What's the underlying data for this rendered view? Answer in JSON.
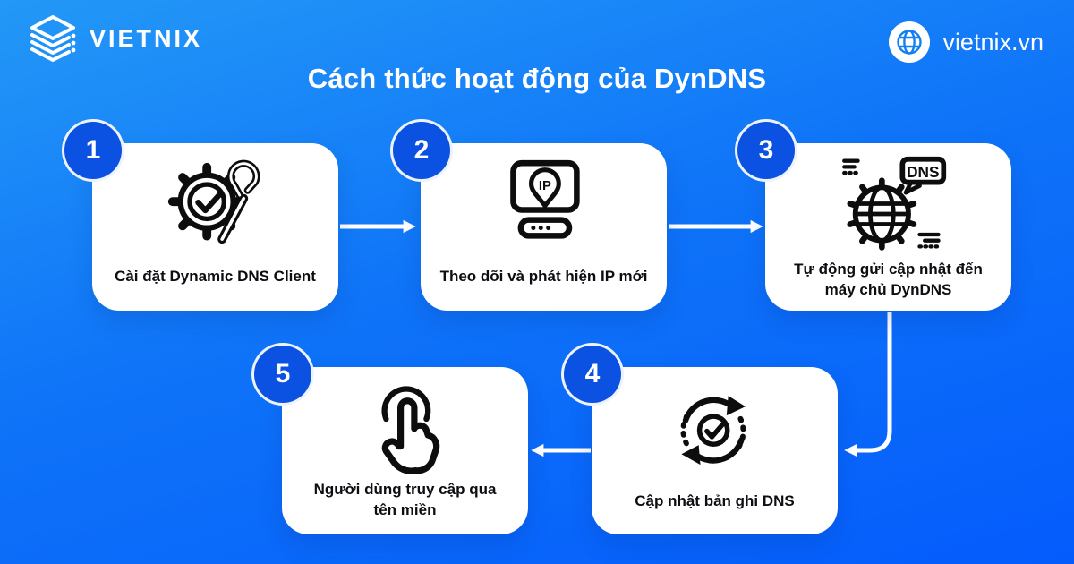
{
  "title": "Cách thức hoạt động của DynDNS",
  "header": {
    "brand": "VIETNIX",
    "website": "vietnix.vn"
  },
  "steps": [
    {
      "number": "1",
      "label": "Cài đặt Dynamic DNS Client",
      "icon": "gear-check-wrench-icon"
    },
    {
      "number": "2",
      "label": "Theo dõi và phát hiện IP mới",
      "icon": "monitor-ip-pin-icon"
    },
    {
      "number": "3",
      "label": "Tự động gửi cập nhật đến máy chủ DynDNS",
      "icon": "globe-dns-gear-icon"
    },
    {
      "number": "4",
      "label": "Cập nhật bản ghi DNS",
      "icon": "sync-check-icon"
    },
    {
      "number": "5",
      "label": "Người dùng truy cập qua tên miền",
      "icon": "tap-hand-icon"
    }
  ],
  "icon_texts": {
    "ip": "IP",
    "dns": "DNS"
  },
  "flow": [
    "1→2",
    "2→3",
    "3→4",
    "4→5"
  ],
  "colors": {
    "background_top": "#2398F7",
    "background_bottom": "#045CFC",
    "badge_blue": "#0B51E2",
    "card_white": "#FFFFFF",
    "label_text": "#0D0D12",
    "icon_stroke": "#0D0D0D",
    "connector_white": "#FFFFFF"
  }
}
